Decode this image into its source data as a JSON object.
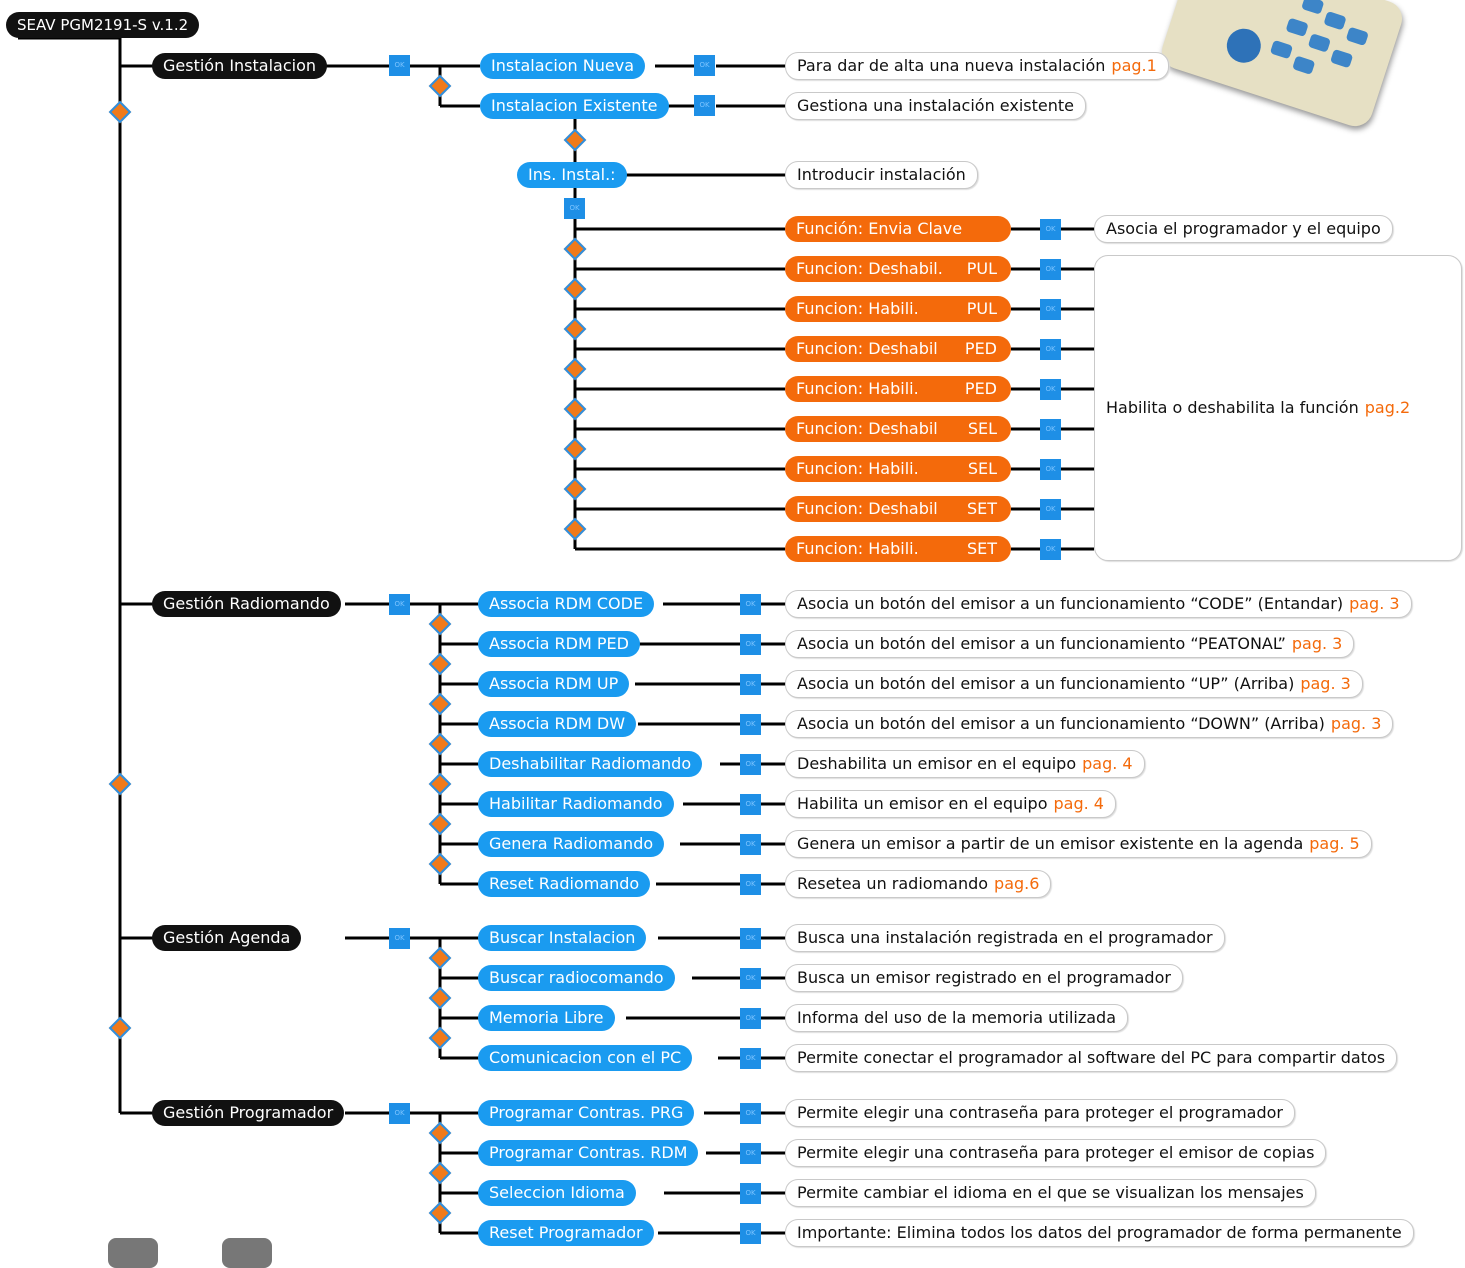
{
  "title": "SEAV PGM2191-S v.1.2",
  "ok": "OK",
  "sections": [
    {
      "label": "Gestión Instalacion",
      "items": [
        {
          "label": "Instalacion Nueva",
          "desc": "Para dar de alta una nueva instalación",
          "page": "pag.1"
        },
        {
          "label": "Instalacion Existente",
          "desc": "Gestiona una instalación existente",
          "page": ""
        }
      ],
      "sub": {
        "label": "Ins. Instal.:",
        "desc": "Introducir instalación",
        "functions": [
          {
            "label": "Función: Envia Clave",
            "tag": ""
          },
          {
            "label": "Funcion: Deshabil.",
            "tag": "PUL"
          },
          {
            "label": "Funcion: Habili.",
            "tag": "PUL"
          },
          {
            "label": "Funcion: Deshabil",
            "tag": "PED"
          },
          {
            "label": "Funcion: Habili.",
            "tag": "PED"
          },
          {
            "label": "Funcion: Deshabil",
            "tag": "SEL"
          },
          {
            "label": "Funcion: Habili.",
            "tag": "SEL"
          },
          {
            "label": "Funcion: Deshabil",
            "tag": "SET"
          },
          {
            "label": "Funcion: Habili.",
            "tag": "SET"
          }
        ],
        "first_desc": "Asocia el programador y el equipo",
        "group_desc": "Habilita o deshabilita la función",
        "group_page": "pag.2"
      }
    },
    {
      "label": "Gestión Radiomando",
      "items": [
        {
          "label": "Associa RDM CODE",
          "desc": "Asocia un botón del emisor a un funcionamiento “CODE” (Entandar)",
          "page": "pag. 3"
        },
        {
          "label": "Associa RDM PED",
          "desc": "Asocia un botón del emisor a un funcionamiento “PEATONAL”",
          "page": "pag. 3"
        },
        {
          "label": "Associa RDM UP",
          "desc": "Asocia un botón del emisor a un funcionamiento “UP” (Arriba)",
          "page": "pag. 3"
        },
        {
          "label": "Associa RDM DW",
          "desc": "Asocia un botón del emisor a un funcionamiento “DOWN” (Arriba)",
          "page": "pag. 3"
        },
        {
          "label": "Deshabilitar Radiomando",
          "desc": "Deshabilita un emisor en el equipo",
          "page": "pag. 4"
        },
        {
          "label": "Habilitar Radiomando",
          "desc": "Habilita un emisor en el equipo",
          "page": "pag. 4"
        },
        {
          "label": "Genera Radiomando",
          "desc": "Genera un emisor a partir de un emisor existente en la agenda",
          "page": "pag. 5"
        },
        {
          "label": "Reset Radiomando",
          "desc": "Resetea un radiomando",
          "page": "pag.6"
        }
      ]
    },
    {
      "label": "Gestión Agenda",
      "items": [
        {
          "label": "Buscar Instalacion",
          "desc": "Busca una instalación registrada en el programador",
          "page": ""
        },
        {
          "label": "Buscar radiocomando",
          "desc": "Busca un emisor registrado en el programador",
          "page": ""
        },
        {
          "label": "Memoria Libre",
          "desc": "Informa del uso de la memoria utilizada",
          "page": ""
        },
        {
          "label": "Comunicacion con el PC",
          "desc": "Permite conectar el programador al software del PC para compartir datos",
          "page": ""
        }
      ]
    },
    {
      "label": "Gestión Programador",
      "items": [
        {
          "label": "Programar Contras. PRG",
          "desc": "Permite elegir una contraseña para proteger el programador",
          "page": ""
        },
        {
          "label": "Programar Contras. RDM",
          "desc": "Permite elegir una contraseña para proteger el emisor de copias",
          "page": ""
        },
        {
          "label": "Seleccion Idioma",
          "desc": "Permite cambiar el idioma en el que se visualizan los mensajes",
          "page": ""
        },
        {
          "label": "Reset Programador",
          "desc": "Importante: Elimina todos los datos del programador de forma permanente",
          "page": ""
        }
      ]
    }
  ]
}
